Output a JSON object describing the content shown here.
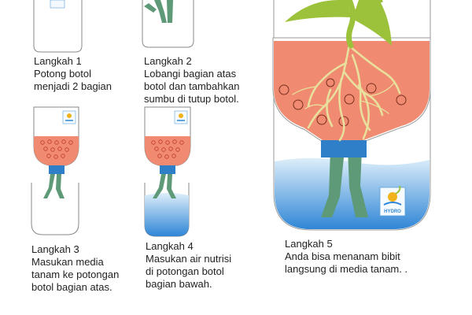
{
  "steps": [
    {
      "title": "Langkah 1",
      "lines": [
        "Potong botol",
        "menjadi 2 bagian"
      ]
    },
    {
      "title": "Langkah 2",
      "lines": [
        "Lobangi bagian atas",
        "botol dan tambahkan",
        "sumbu di tutup botol."
      ]
    },
    {
      "title": "Langkah 3",
      "lines": [
        "Masukan media",
        "tanam ke potongan",
        "botol bagian atas."
      ]
    },
    {
      "title": "Langkah 4",
      "lines": [
        "Masukan air nutrisi",
        "di potongan botol",
        "bagian bawah."
      ]
    },
    {
      "title": "Langkah 5",
      "lines": [
        "Anda bisa menanam bibit",
        "langsung di media tanam. ."
      ]
    }
  ],
  "logo": {
    "text": "HYDRO"
  },
  "colors": {
    "media": "#f08a70",
    "hole": "#c0392b",
    "cap": "#2f7fc8",
    "wick": "#5e9a78",
    "water_top": "#ddeefa",
    "water_bottom": "#2f86d6",
    "leaf": "#9cc23b",
    "root": "#e8e09c",
    "outline": "#888888"
  }
}
